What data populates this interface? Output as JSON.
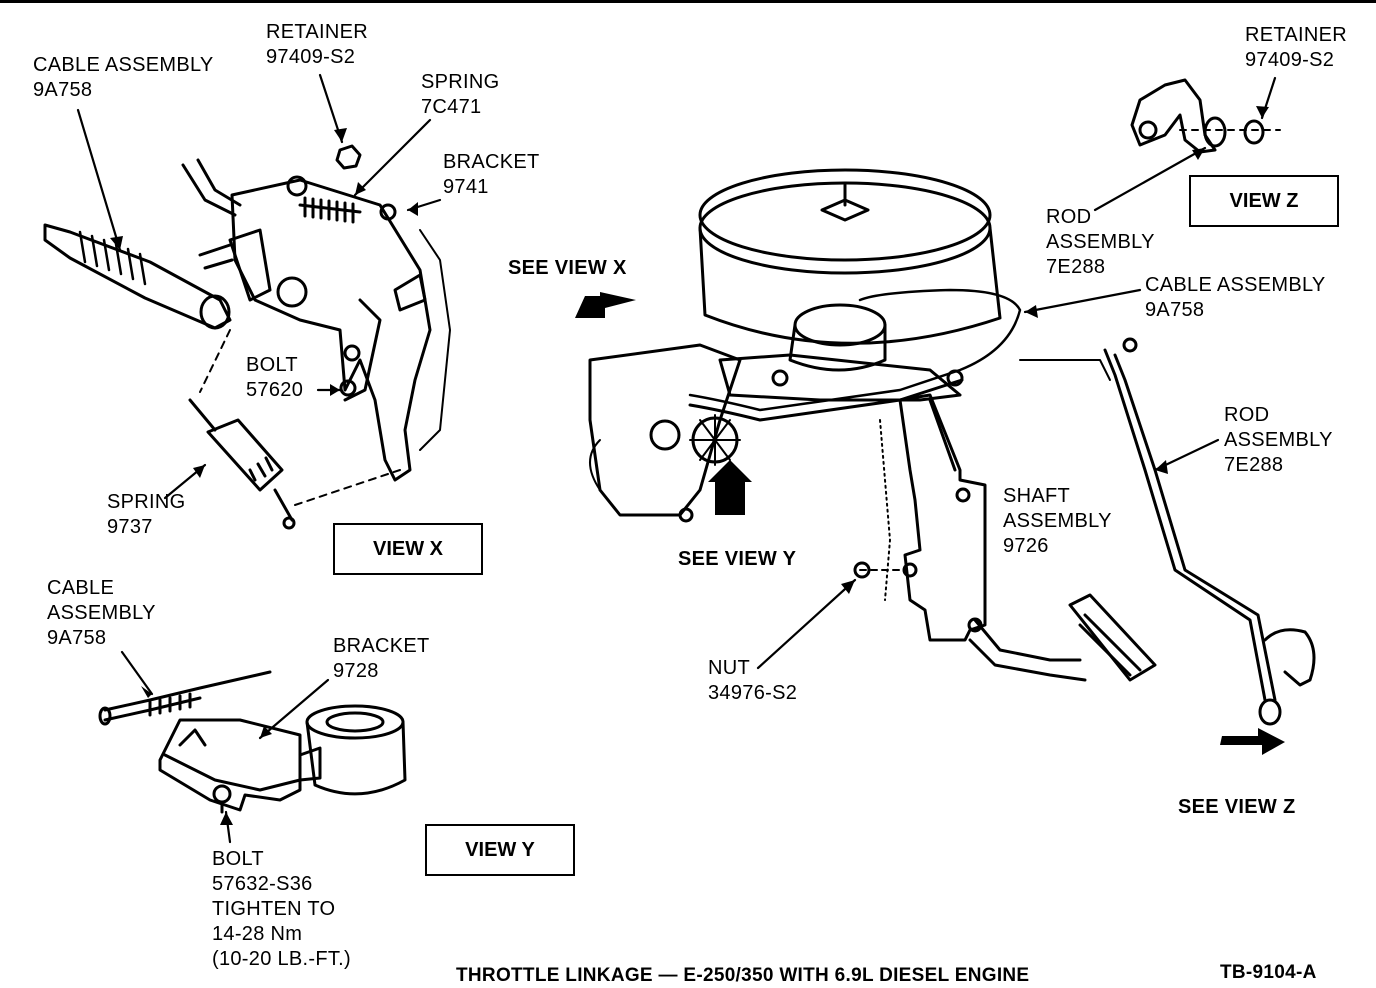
{
  "labels": {
    "retainer_x": [
      "RETAINER",
      "97409-S2"
    ],
    "cable_x": [
      "CABLE ASSEMBLY",
      "9A758"
    ],
    "spring_7c": [
      "SPRING",
      "7C471"
    ],
    "bracket_9741": [
      "BRACKET",
      "9741"
    ],
    "bolt_57620": [
      "BOLT",
      "57620"
    ],
    "spring_9737": [
      "SPRING",
      "9737"
    ],
    "retainer_z": [
      "RETAINER",
      "97409-S2"
    ],
    "rod_z": [
      "ROD",
      "ASSEMBLY",
      "7E288"
    ],
    "cable_main": [
      "CABLE ASSEMBLY",
      "9A758"
    ],
    "rod_main": [
      "ROD",
      "ASSEMBLY",
      "7E288"
    ],
    "shaft": [
      "SHAFT",
      "ASSEMBLY",
      "9726"
    ],
    "nut": [
      "NUT",
      "34976-S2"
    ],
    "cable_y": [
      "CABLE",
      "ASSEMBLY",
      "9A758"
    ],
    "bracket_9728": [
      "BRACKET",
      "9728"
    ],
    "bolt_y": [
      "BOLT",
      "57632-S36",
      "TIGHTEN TO",
      "14-28 Nm",
      "(10-20 LB.-FT.)"
    ]
  },
  "views": {
    "view_x": "VIEW X",
    "view_y": "VIEW Y",
    "view_z": "VIEW Z"
  },
  "see_views": {
    "see_x": "SEE VIEW X",
    "see_y": "SEE VIEW Y",
    "see_z": "SEE VIEW Z"
  },
  "caption": "THROTTLE LINKAGE — E-250/350 WITH 6.9L DIESEL ENGINE",
  "figure_id": "TB-9104-A"
}
